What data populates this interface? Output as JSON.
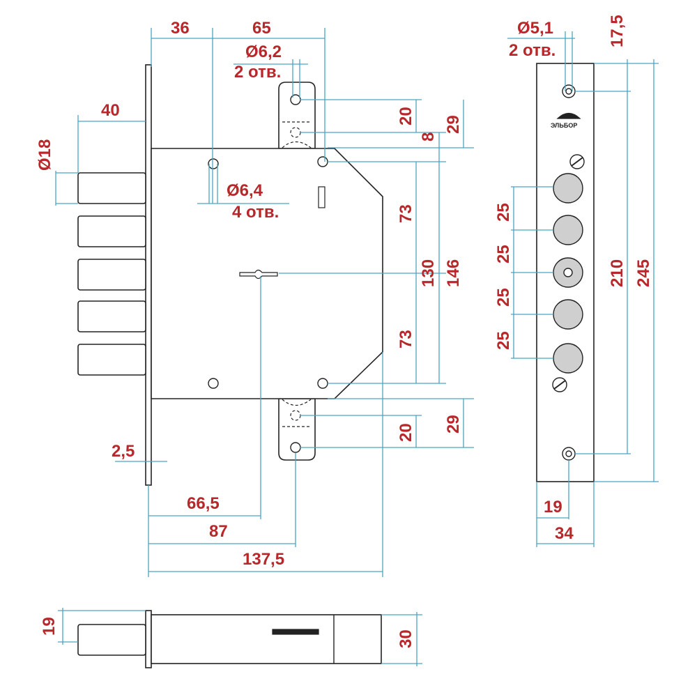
{
  "front_view": {
    "dims": {
      "d36": "36",
      "d65": "65",
      "d40": "40",
      "dia18": "Ø18",
      "dia62": "Ø6,2",
      "holes2a": "2 отв.",
      "dia64": "Ø6,4",
      "holes4": "4 отв.",
      "d20_top": "20",
      "d8": "8",
      "d29_top": "29",
      "d73_top": "73",
      "d130": "130",
      "d146": "146",
      "d73_bottom": "73",
      "d20_bottom": "20",
      "d29_bottom": "29",
      "d25_thick": "2,5",
      "d665": "66,5",
      "d87": "87",
      "d1375": "137,5"
    }
  },
  "faceplate_view": {
    "brand": "ЭЛЬБОР",
    "dims": {
      "dia51": "Ø5,1",
      "holes2b": "2 отв.",
      "d175": "17,5",
      "d25_1": "25",
      "d25_2": "25",
      "d25_3": "25",
      "d25_4": "25",
      "d210": "210",
      "d245": "245",
      "d19": "19",
      "d34": "34"
    }
  },
  "bottom_view": {
    "dims": {
      "d19": "19",
      "d30": "30"
    }
  },
  "colors": {
    "dimension_text": "#b8272a",
    "dimension_line": "#4aa3c4",
    "outline": "#222222"
  }
}
